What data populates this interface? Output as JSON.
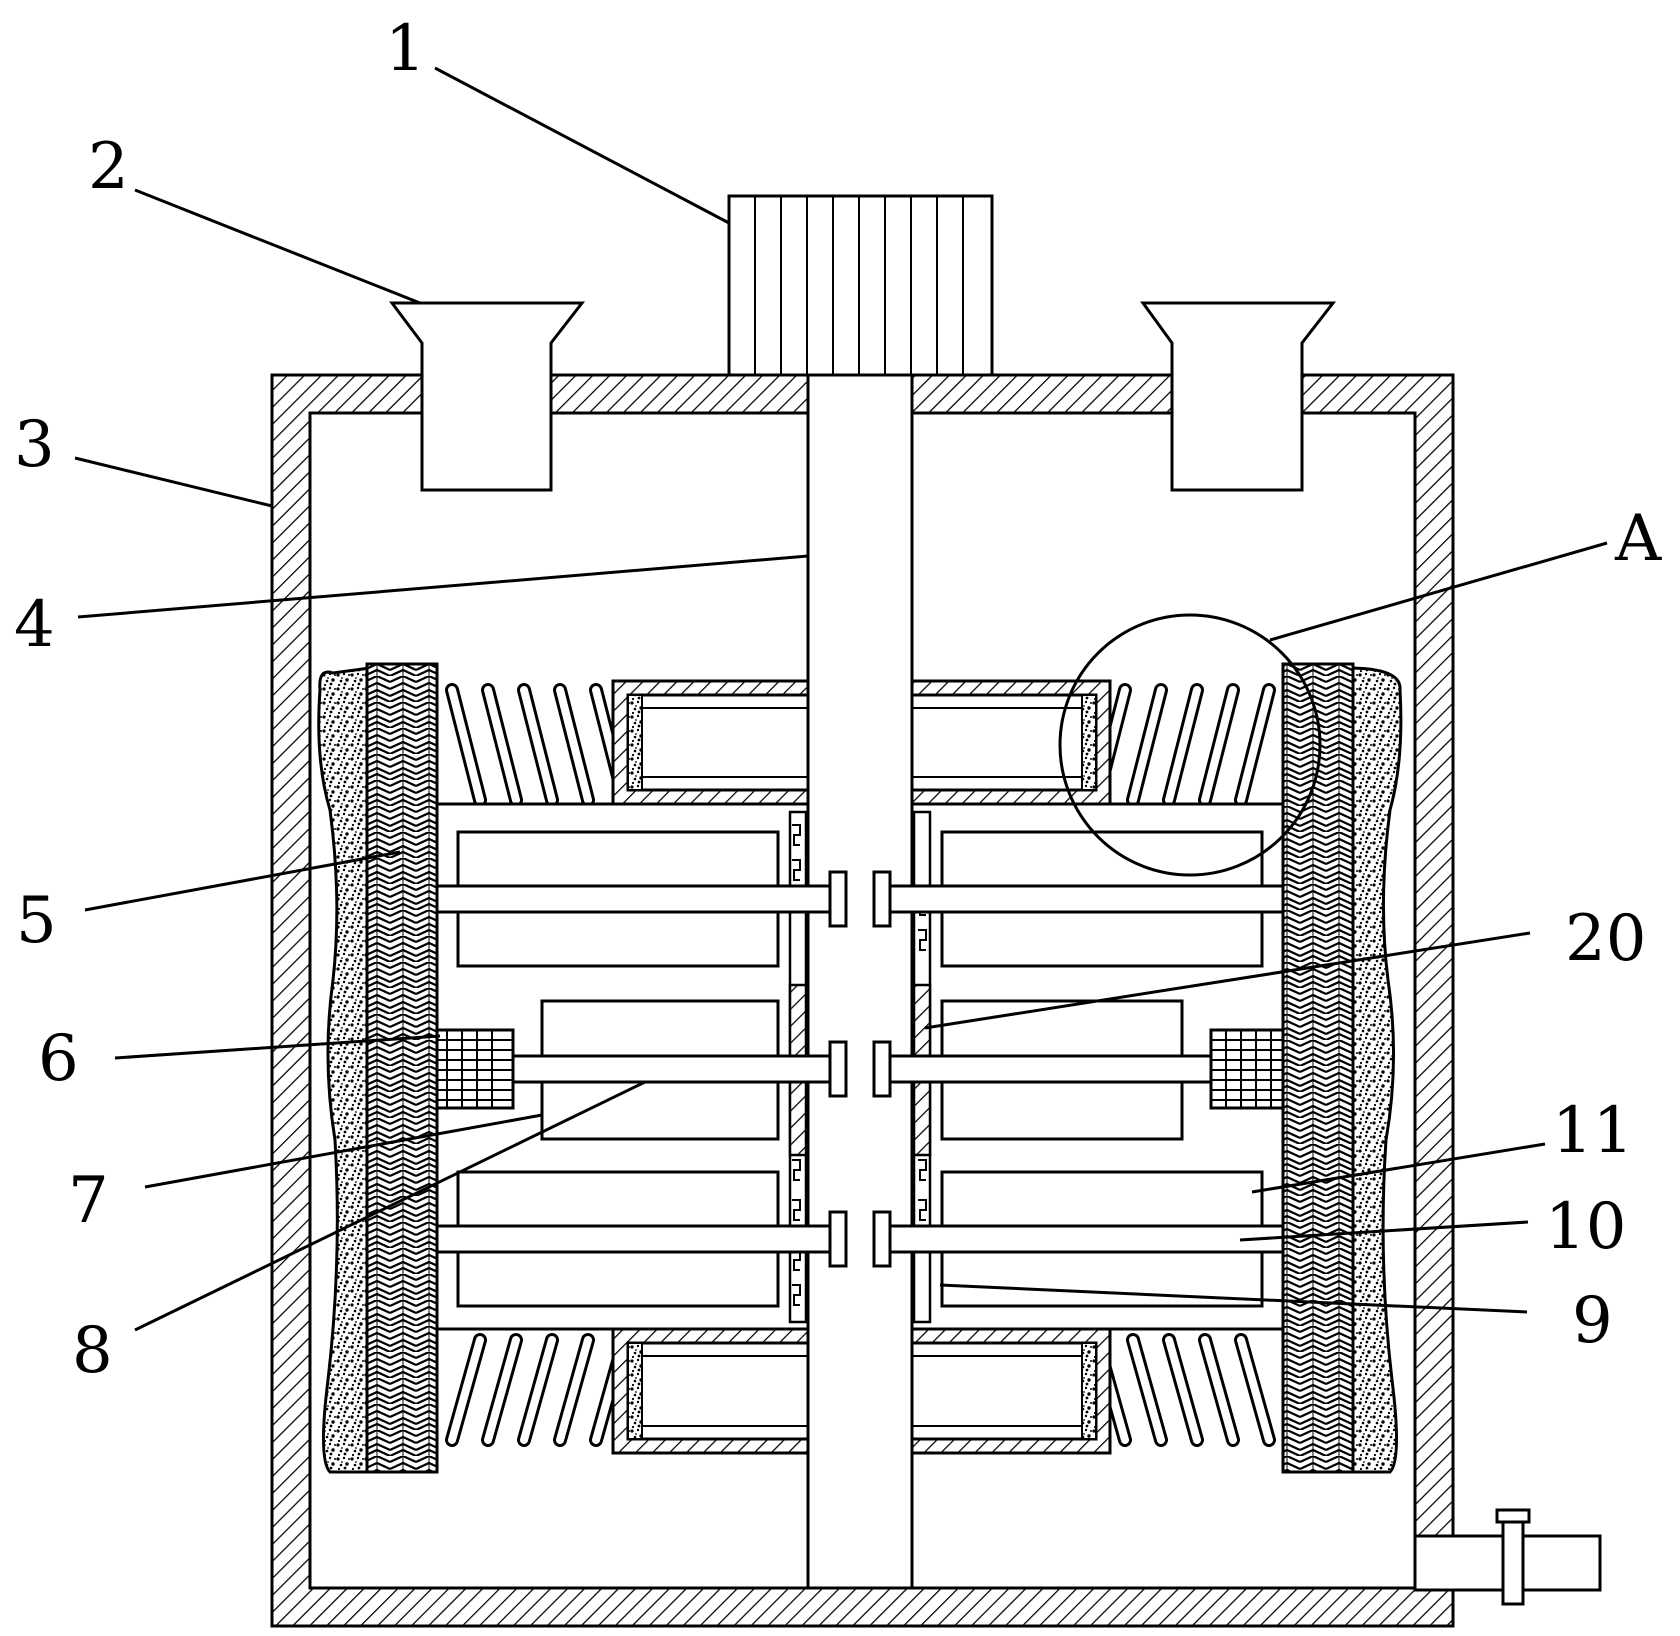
{
  "labels": {
    "l1": "1",
    "l2": "2",
    "l3": "3",
    "l4": "4",
    "l5": "5",
    "l6": "6",
    "l7": "7",
    "l8": "8",
    "l9": "9",
    "l10": "10",
    "l11": "11",
    "l20": "20",
    "lA": "A"
  },
  "colors": {
    "line": "#000000",
    "background": "#ffffff"
  }
}
